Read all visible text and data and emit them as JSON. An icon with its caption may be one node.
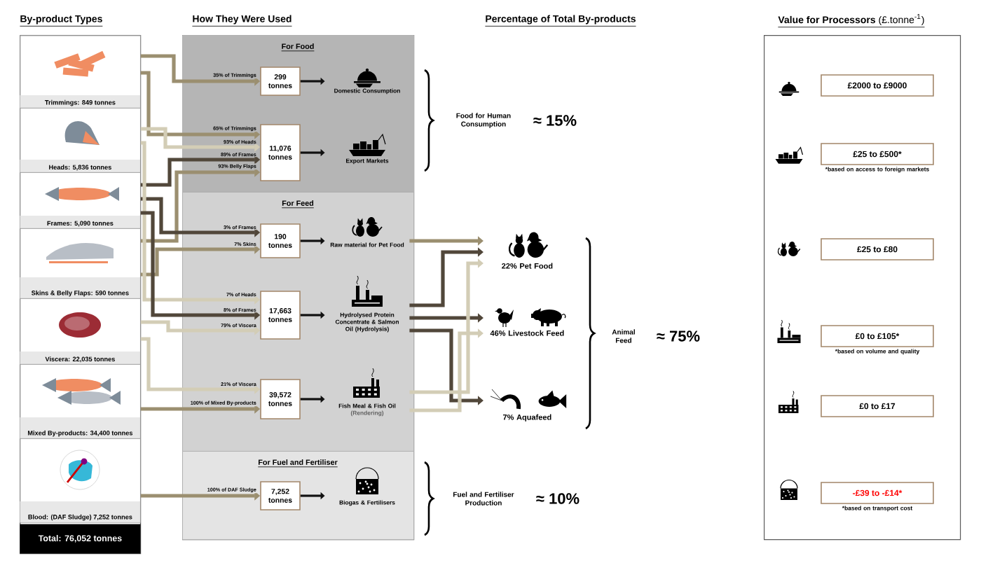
{
  "diagram": {
    "nodes": [
      {
        "text": [
          "By-product Types"
        ]
      },
      {
        "text": [
          "Trimmings: 849 tonnes"
        ],
        "in": 0
      },
      {
        "text": [
          "Heads: 5,836 tonnes"
        ],
        "in": 0
      },
      {
        "text": [
          "Frames: 5,090 tonnes"
        ],
        "in": 0
      },
      {
        "text": [
          "Skins & Belly Flaps: 590 tonnes"
        ],
        "in": 0
      },
      {
        "text": [
          "Viscera: 22,035 tonnes"
        ],
        "in": 0
      },
      {
        "text": [
          "Mixed By-products: 34,400 tonnes"
        ],
        "in": 0
      },
      {
        "text": [
          "Blood: (DAF Sludge) 7,252 tonnes"
        ],
        "in": 0
      },
      {
        "text": [
          "Total: 76,052 tonnes"
        ],
        "in": 0
      },
      {
        "text": [
          "How They Were Used"
        ]
      },
      {
        "text": [
          "For Food"
        ],
        "in": 9
      },
      {
        "text": [
          "299 tonnes"
        ],
        "in": 10
      },
      {
        "text": [
          "Domestic Consumption"
        ],
        "in": 10
      },
      {
        "text": [
          "11,076 tonnes"
        ],
        "in": 10
      },
      {
        "text": [
          "Export Markets"
        ],
        "in": 10
      },
      {
        "text": [
          "For Feed"
        ],
        "in": 9
      },
      {
        "text": [
          "190 tonnes"
        ],
        "in": 15
      },
      {
        "text": [
          "Raw material for Pet Food"
        ],
        "in": 15
      },
      {
        "text": [
          "17,663 tonnes"
        ],
        "in": 15
      },
      {
        "text": [
          "Hydrolysed Protein Concentrate & Salmon Oil (Hydrolysis)"
        ],
        "in": 15
      },
      {
        "text": [
          "39,572 tonnes"
        ],
        "in": 15
      },
      {
        "text": [
          "Fish Meal & Fish Oil",
          "(Rendering)"
        ],
        "in": 15
      },
      {
        "text": [
          "For Fuel and Fertiliser"
        ],
        "in": 9
      },
      {
        "text": [
          "7,252 tonnes"
        ],
        "in": 22
      },
      {
        "text": [
          "Biogas & Fertilisers"
        ],
        "in": 22
      },
      {
        "text": [
          "22% Pet Food"
        ]
      },
      {
        "text": [
          "46% Livestock Feed"
        ]
      },
      {
        "text": [
          "7% Aquafeed"
        ]
      },
      {
        "text": [
          "**Value for Processors** (£.tonne$^{-1}$)"
        ]
      },
      {
        "text": [
          "£2000 to £9000"
        ],
        "in": 28
      },
      {
        "text": [
          "£25 to £500*"
        ],
        "beside": [
          "*based on access to foreign markets"
        ],
        "in": 28
      },
      {
        "text": [
          "£25 to £80"
        ],
        "in": 28
      },
      {
        "text": [
          "£0 to £105*"
        ],
        "beside": [
          "*based on volume and quality"
        ],
        "in": 28
      },
      {
        "text": [
          "£0 to £17"
        ],
        "in": 28
      },
      {
        "text": [
          "-£39 to -£14*"
        ],
        "beside": [
          "*based on transport cost"
        ],
        "in": 28
      }
    ],
    "edges": [
      {
        "from": 1,
        "to": 11,
        "arrow": "to",
        "label": "35% of Trimmings"
      },
      {
        "from": 1,
        "to": 13,
        "arrow": "to",
        "label": "65% of Trimmings"
      },
      {
        "from": 2,
        "to": 13,
        "arrow": "to",
        "label": "93% of Heads",
        "color": "#d3cdb6"
      },
      {
        "from": 3,
        "to": 13,
        "arrow": "to",
        "label": "89% of Frames",
        "color": "#51473a"
      },
      {
        "from": 4,
        "to": 13,
        "arrow": "to",
        "label": "93% Belly Flaps"
      },
      {
        "from": 3,
        "to": 16,
        "arrow": "to",
        "label": "3% of Frames",
        "color": "#51473a"
      },
      {
        "from": 4,
        "to": 16,
        "arrow": "to",
        "label": "7% Skins"
      },
      {
        "from": 2,
        "to": 18,
        "arrow": "to",
        "label": "7% of Heads",
        "color": "#d3cdb6"
      },
      {
        "from": 3,
        "to": 18,
        "arrow": "to",
        "label": "8% of Frames",
        "color": "#51473a"
      },
      {
        "from": 5,
        "to": 18,
        "arrow": "to",
        "label": "79% of Viscera",
        "color": "#d3cdb6"
      },
      {
        "from": 5,
        "to": 20,
        "arrow": "to",
        "label": "21% of Viscera",
        "color": "#d3cdb6"
      },
      {
        "from": 6,
        "to": 20,
        "arrow": "to",
        "label": "100% of Mixed By-products"
      },
      {
        "from": 7,
        "to": 23,
        "arrow": "to",
        "label": "100% of DAF Sludge"
      },
      {
        "from": 11,
        "to": 12,
        "arrow": "to",
        "color": "#111111"
      },
      {
        "from": 13,
        "to": 14,
        "arrow": "to",
        "color": "#111111"
      },
      {
        "from": 16,
        "to": 17,
        "arrow": "to",
        "color": "#111111"
      },
      {
        "from": 18,
        "to": 19,
        "arrow": "to",
        "color": "#111111"
      },
      {
        "from": 20,
        "to": 21,
        "arrow": "to",
        "color": "#111111"
      },
      {
        "from": 23,
        "to": 24,
        "arrow": "to",
        "color": "#111111"
      },
      {
        "from": 17,
        "to": 25,
        "arrow": "to"
      },
      {
        "from": 19,
        "to": 25,
        "arrow": "to",
        "color": "#51473a"
      },
      {
        "from": 19,
        "to": 26,
        "arrow": "to",
        "color": "#51473a"
      },
      {
        "from": 19,
        "to": 27,
        "arrow": "to",
        "color": "#51473a"
      },
      {
        "from": 21,
        "to": 25,
        "arrow": "to",
        "color": "#d3cdb6"
      },
      {
        "from": 21,
        "to": 26,
        "arrow": "to",
        "color": "#d3cdb6"
      }
    ],
    "labels": [
      "Percentage of Total By-products",
      "Food for Human Consumption",
      "≈ 15%",
      "Animal Feed",
      "≈ 75%",
      "Fuel and Fertiliser Production",
      "≈ 10%"
    ]
  }
}
